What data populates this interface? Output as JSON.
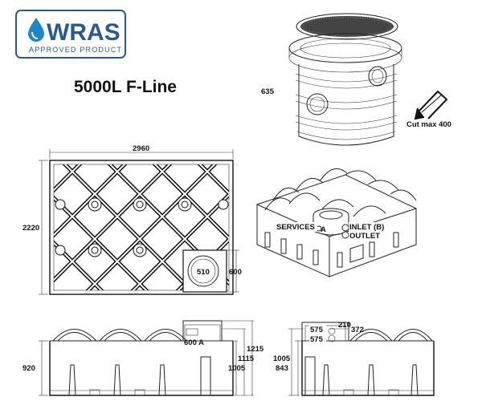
{
  "badge": {
    "brand": "WRAS",
    "tagline": "APPROVED PRODUCT",
    "color": "#2a5a8c",
    "icon": "water-drop-icon"
  },
  "product": {
    "title": "5000L F-Line"
  },
  "riser": {
    "height_label": "635",
    "cut_label": "Cut max 400",
    "tool_icon": "hacksaw-icon"
  },
  "plan_view": {
    "width_label": "2960",
    "depth_label": "2220",
    "opening_inner": "510",
    "opening_outer": "600"
  },
  "iso_view": {
    "services": "SERVICES",
    "services_ref": "A",
    "inlet": "INLET (B)",
    "outlet": "OUTLET"
  },
  "side_view": {
    "depth_label": "920",
    "opening_label": "600 A",
    "h1": "1005",
    "h2": "1115",
    "h3": "1215"
  },
  "end_view": {
    "h1": "1005",
    "h2": "843",
    "port_a": "575",
    "port_b": "575",
    "offset_a": "210",
    "offset_b": "372"
  }
}
